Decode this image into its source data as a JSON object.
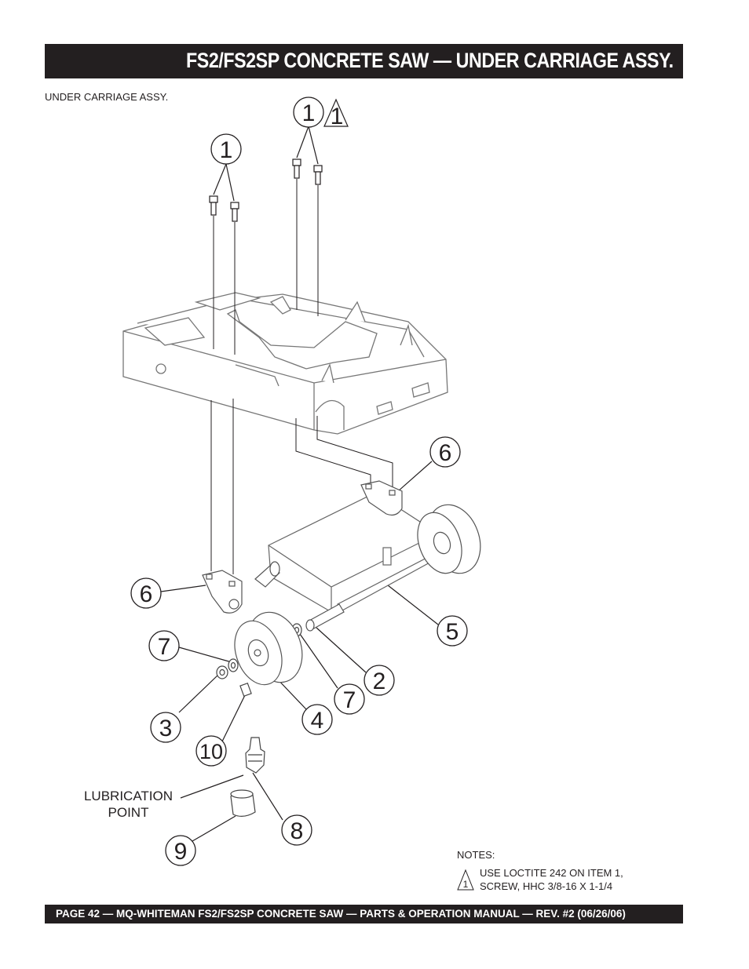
{
  "header": {
    "title": "FS2/FS2SP CONCRETE SAW — UNDER CARRIAGE ASSY."
  },
  "subtitle": "UNDER CARRIAGE ASSY.",
  "callouts": {
    "c1_left": "1",
    "c1_top": "1",
    "warn_mark": "1",
    "c6_right": "6",
    "c6_left": "6",
    "c5": "5",
    "c7_left": "7",
    "c2": "2",
    "c7_right": "7",
    "c4": "4",
    "c3": "3",
    "c10": "10",
    "c8": "8",
    "c9": "9"
  },
  "lubrication_label": [
    "LUBRICATION",
    "POINT"
  ],
  "notes": {
    "heading": "NOTES:",
    "note_mark": "1",
    "line1": "USE LOCTITE 242 ON ITEM 1,",
    "line2": "SCREW, HHC 3/8-16 X 1-1/4"
  },
  "footer": {
    "text": "PAGE 42 — MQ-WHITEMAN FS2/FS2SP  CONCRETE SAW — PARTS & OPERATION MANUAL — REV. #2 (06/26/06)"
  }
}
